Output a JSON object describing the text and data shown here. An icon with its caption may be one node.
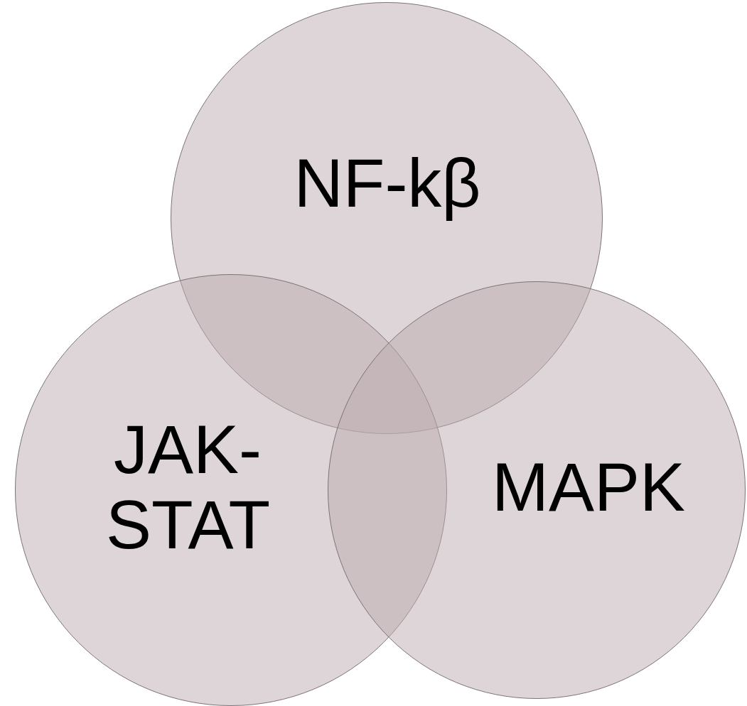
{
  "diagram": {
    "nodes": [
      {
        "text": [
          "NF-kβ"
        ]
      },
      {
        "text": [
          "JAK-STAT"
        ]
      },
      {
        "text": [
          "MAPK"
        ]
      }
    ]
  }
}
